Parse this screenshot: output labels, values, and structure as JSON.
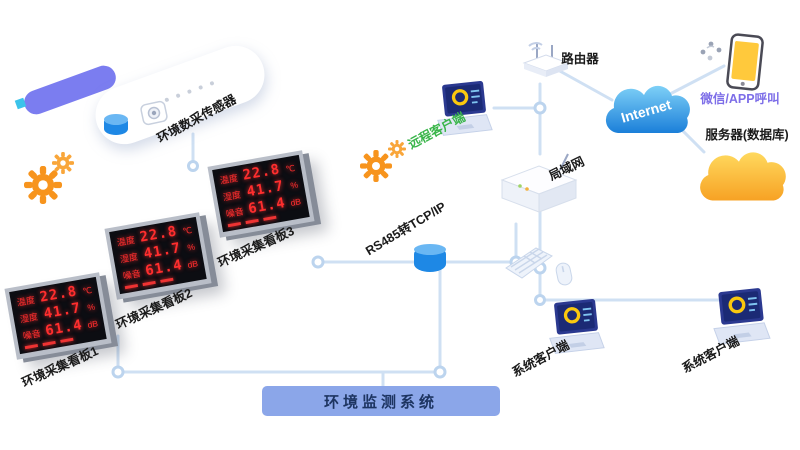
{
  "title_box": {
    "label": "环境监测系统"
  },
  "nodes": {
    "sensor_label": "环境数采传感器",
    "board3_label": "环境采集看板3",
    "board2_label": "环境采集看板2",
    "board1_label": "环境采集看板1",
    "rs485_label": "RS485转TCP/IP",
    "remote_client_label": "远程客户端",
    "router_label": "路由器",
    "lan_label": "局域网",
    "internet_label": "Internet",
    "wechat_label": "微信/APP呼叫",
    "server_label": "服务器(数据库)",
    "system_client_left_label": "系统客户端",
    "system_client_right_label": "系统客户端"
  },
  "board_readings": [
    {
      "label": "温度",
      "value": "22.8",
      "unit": "℃"
    },
    {
      "label": "湿度",
      "value": "41.7",
      "unit": "%"
    },
    {
      "label": "噪音",
      "value": "61.4",
      "unit": "dB"
    }
  ],
  "icons": {
    "gear": "gear-icon",
    "sensor": "sensor-device-icon",
    "led_board": "led-display-board",
    "rs485_converter": "blue-cylinder-converter",
    "laptop": "laptop-icon",
    "wifi_router": "wifi-router-icon",
    "lan_box": "lan-router-box-icon",
    "internet_cloud": "internet-cloud-icon",
    "server_cloud": "server-cloud-icon",
    "phone": "smartphone-icon",
    "signal": "signal-dots-icon",
    "keyboard": "keyboard-icon",
    "mouse": "mouse-icon"
  },
  "colors": {
    "accent_purple": "#7b7df0",
    "led_red": "#ff2e2e",
    "gear_orange": "#f7941d",
    "internet_blue": "#1b7fd9",
    "server_cloud_orange": "#f7a224",
    "remote_client_green": "#39b54a",
    "wechat_purple": "#7d6ee8",
    "line_blue": "#cfe0f3",
    "title_box_blue": "#8ba6e9"
  }
}
